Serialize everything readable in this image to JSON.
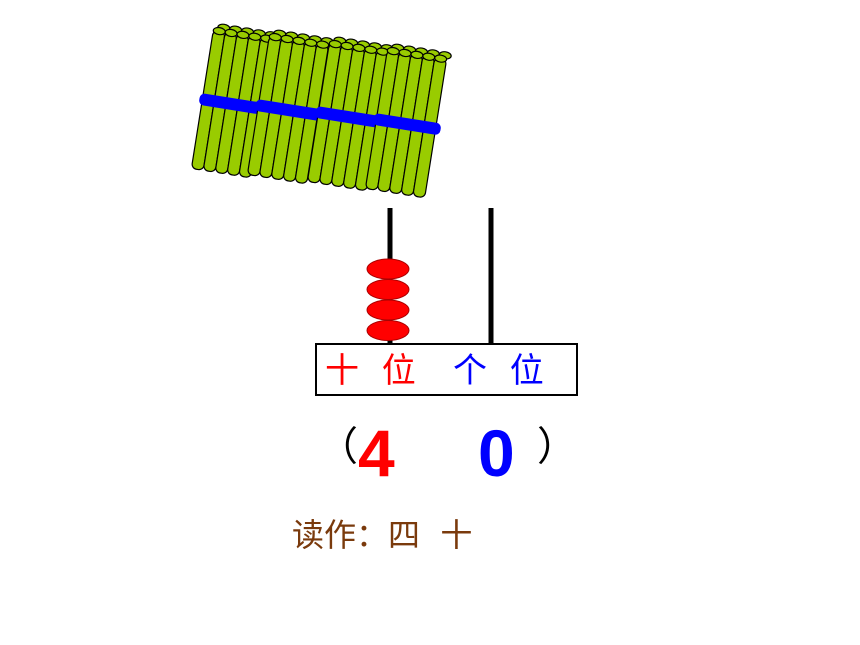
{
  "place_value": {
    "tens_label": "十 位",
    "ones_label": "个 位",
    "open_paren": "（",
    "close_paren": "）",
    "tens_digit": "4",
    "ones_digit": "0",
    "tens_beads": 4,
    "ones_beads": 0
  },
  "reading": {
    "prefix": "读作：",
    "value": "四  十"
  },
  "sticks": {
    "bundle_count": 4
  },
  "colors": {
    "stick_fill": "#99cc00",
    "band": "#0000ff",
    "bead": "#ff0000",
    "tens": "#ff0000",
    "ones": "#0000ff",
    "reading": "#7a3a0c"
  }
}
